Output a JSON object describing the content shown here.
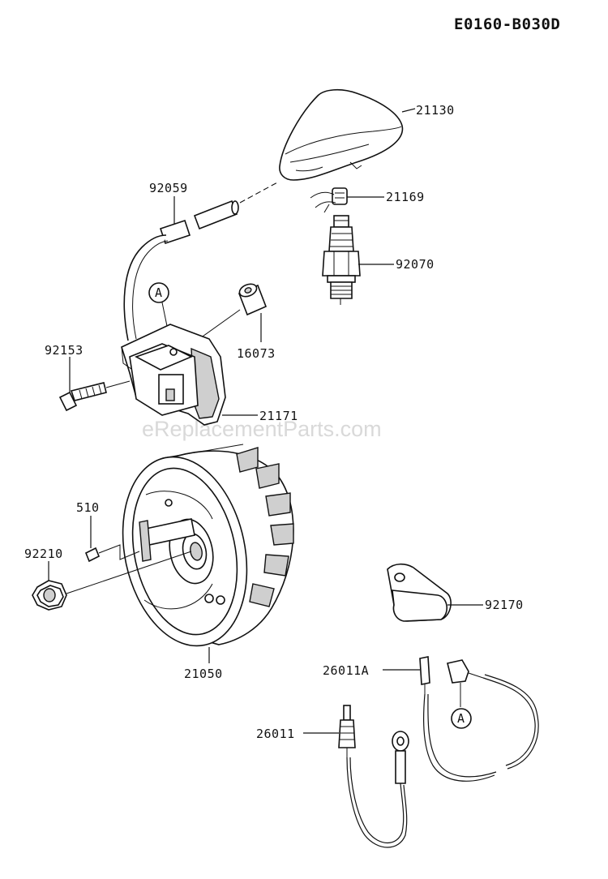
{
  "diagram_code": "E0160-B030D",
  "watermark": "eReplacementParts.com",
  "callout_marker": "A",
  "parts": [
    {
      "id": "21130"
    },
    {
      "id": "92059"
    },
    {
      "id": "21169"
    },
    {
      "id": "92070"
    },
    {
      "id": "16073"
    },
    {
      "id": "92153"
    },
    {
      "id": "21171"
    },
    {
      "id": "510"
    },
    {
      "id": "92210"
    },
    {
      "id": "21050"
    },
    {
      "id": "92170"
    },
    {
      "id": "26011A"
    },
    {
      "id": "26011"
    }
  ]
}
